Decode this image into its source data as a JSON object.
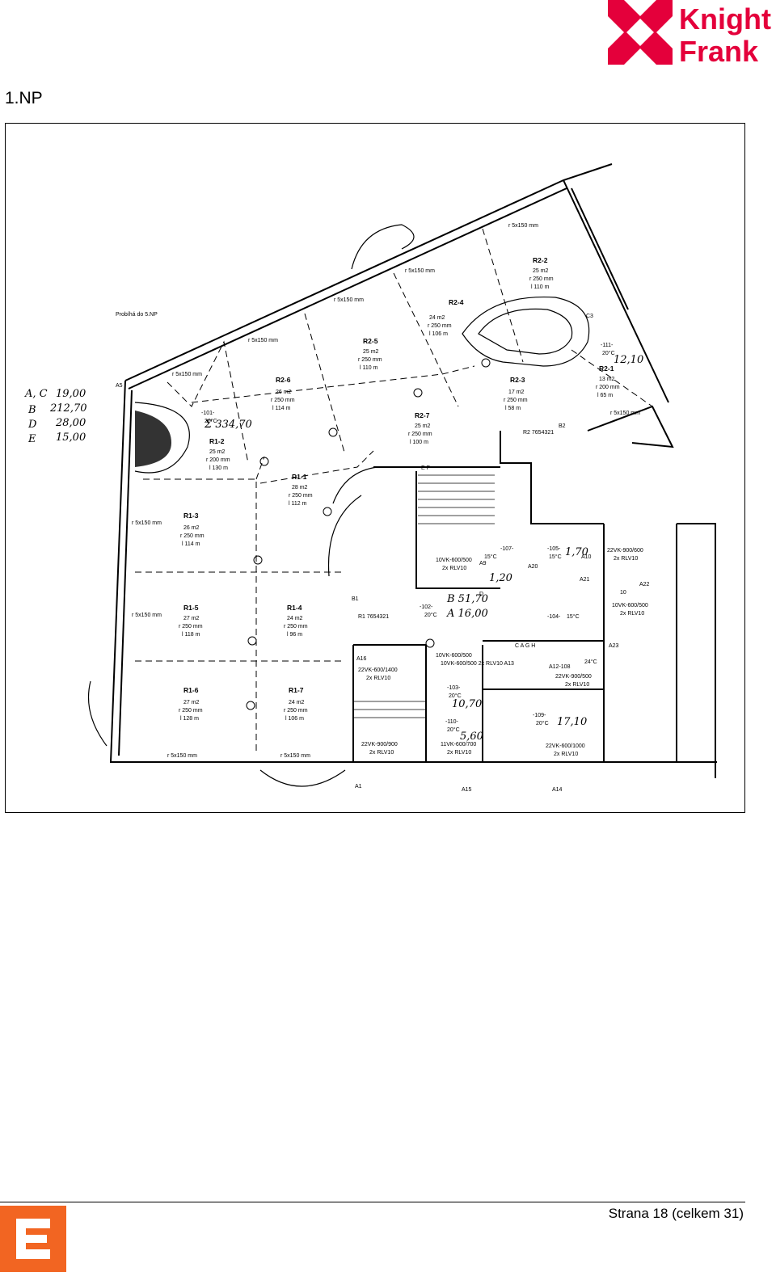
{
  "header": {
    "logo_line1": "Knight",
    "logo_line2": "Frank",
    "brand_color": "#e4003b"
  },
  "section_title": "1.NP",
  "floorplan": {
    "top_note": "Probíhá do 5.NP",
    "handwritten_areas": [
      {
        "label": "A, C",
        "value": "19,00"
      },
      {
        "label": "B",
        "value": "212,70"
      },
      {
        "label": "D",
        "value": "28,00"
      },
      {
        "label": "E",
        "value": "15,00"
      }
    ],
    "handwritten_notes": {
      "total": "Σ 334,70",
      "hall": "B 51,70",
      "hall_a": "A 16,00",
      "r103": "10,70",
      "r110": "5,60",
      "r109": "17,10",
      "r111": "12,10",
      "r105": "1,70",
      "r107": "1,20"
    },
    "rooms": [
      {
        "id": "R2-2",
        "lines": [
          "25 m2",
          "r 250 mm",
          "l 110 m"
        ]
      },
      {
        "id": "R2-4",
        "lines": [
          "24 m2",
          "r 250 mm",
          "l 106 m"
        ]
      },
      {
        "id": "R2-5",
        "lines": [
          "25 m2",
          "r 250 mm",
          "l 110 m"
        ]
      },
      {
        "id": "R2-6",
        "lines": [
          "26 m2",
          "r 250 mm",
          "l 114 m"
        ]
      },
      {
        "id": "R2-7",
        "lines": [
          "25 m2",
          "r 250 mm",
          "l 100 m"
        ]
      },
      {
        "id": "R2-3",
        "lines": [
          "17 m2",
          "r 250 mm",
          "l 58 m"
        ]
      },
      {
        "id": "R2-1",
        "lines": [
          "13 m2",
          "r 200 mm",
          "l 65 m"
        ]
      },
      {
        "id": "R1-1",
        "lines": [
          "28 m2",
          "r 250 mm",
          "l 112 m"
        ]
      },
      {
        "id": "R1-2",
        "lines": [
          "25 m2",
          "r 200 mm",
          "l 130 m"
        ]
      },
      {
        "id": "R1-3",
        "lines": [
          "26 m2",
          "r 250 mm",
          "l 114 m"
        ]
      },
      {
        "id": "R1-4",
        "lines": [
          "24 m2",
          "r 250 mm",
          "l 96 m"
        ]
      },
      {
        "id": "R1-5",
        "lines": [
          "27 m2",
          "r 250 mm",
          "l 118 m"
        ]
      },
      {
        "id": "R1-6",
        "lines": [
          "27 m2",
          "r 250 mm",
          "l 128 m"
        ]
      },
      {
        "id": "R1-7",
        "lines": [
          "24 m2",
          "r 250 mm",
          "l 106 m"
        ]
      }
    ],
    "room_numbers": [
      {
        "id": "-101-",
        "temp": "20°C"
      },
      {
        "id": "-102-",
        "temp": "20°C"
      },
      {
        "id": "-103-",
        "temp": "20°C"
      },
      {
        "id": "-104-",
        "temp": "15°C"
      },
      {
        "id": "-105-",
        "temp": "15°C"
      },
      {
        "id": "-107-",
        "temp": "15°C"
      },
      {
        "id": "-109-",
        "temp": "20°C"
      },
      {
        "id": "-110-",
        "temp": "20°C"
      },
      {
        "id": "-111-",
        "temp": "20°C"
      }
    ],
    "pipe_labels": [
      "r 5x150 mm"
    ],
    "radiators": [
      "22VK-900/600",
      "2x RLV10",
      "10VK-600/500",
      "2x RLV10",
      "22VK-600/1400",
      "22VK-900/900",
      "11VK-600/700",
      "22VK-600/1000",
      "22VK-900/500",
      "10VK-600/500 2x RLV10 A13"
    ],
    "markers": [
      "A1",
      "A5",
      "A9",
      "A10",
      "A12-108",
      "A14",
      "A15",
      "A16",
      "A20",
      "A21",
      "A22",
      "A23",
      "B1",
      "B2",
      "C3",
      "E F",
      "C A G H",
      "R1 7654321",
      "R2 7654321",
      "24°C",
      "10",
      "D"
    ]
  },
  "footer": {
    "page_text": "Strana 18 (celkem 31)",
    "cez_color": "#f26522"
  }
}
